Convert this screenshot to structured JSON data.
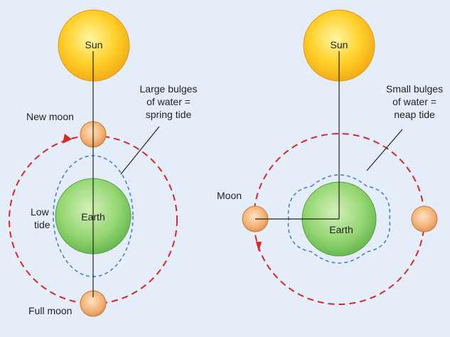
{
  "colors": {
    "background": "#e5eef8",
    "sun": "#fdc21e",
    "earth": "#8fd36f",
    "moon": "#f2b173",
    "orbit": "#d9262c",
    "water_bulge": "#4a7fc9",
    "line": "#222222"
  },
  "left_panel": {
    "sun": "Sun",
    "earth": "Earth",
    "new_moon": "New moon",
    "full_moon": "Full moon",
    "low_tide": [
      "Low",
      "tide"
    ],
    "caption": [
      "Large bulges",
      "of water =",
      "spring tide"
    ]
  },
  "right_panel": {
    "sun": "Sun",
    "earth": "Earth",
    "moon": "Moon",
    "caption": [
      "Small bulges",
      "of water =",
      "neap tide"
    ]
  }
}
